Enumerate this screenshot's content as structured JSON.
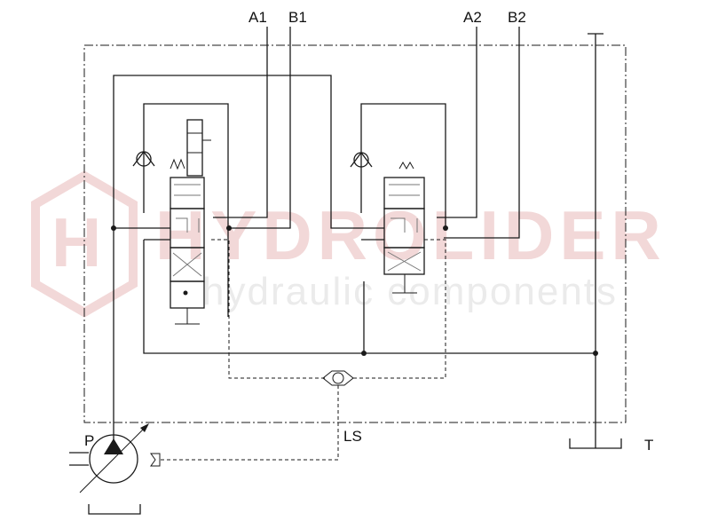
{
  "ports": {
    "a1": "A1",
    "b1": "B1",
    "a2": "A2",
    "b2": "B2",
    "p": "P",
    "t": "T",
    "ls": "LS"
  },
  "watermark": {
    "brand": "HYDROLIDER",
    "tagline": "hydraulic components",
    "logo_letter": "H"
  },
  "colors": {
    "line": "#1a1a1a",
    "watermark": "#f1d4d4",
    "watermark_text": "#e9e9e9"
  }
}
